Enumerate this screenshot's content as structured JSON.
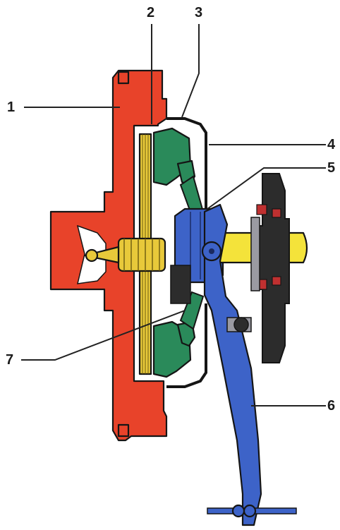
{
  "callouts": {
    "c1": "1",
    "c2": "2",
    "c3": "3",
    "c4": "4",
    "c5": "5",
    "c6": "6",
    "c7": "7"
  },
  "colors": {
    "flywheel": "#e8432a",
    "clutch_disc": "#e8c93a",
    "pressure_plate": "#2a8a5a",
    "release_bearing": "#3d63c8",
    "release_fork": "#3d63c8",
    "input_shaft": "#f4e33a",
    "housing_outline": "#151515",
    "bearing_grey": "#9a9aa2"
  }
}
